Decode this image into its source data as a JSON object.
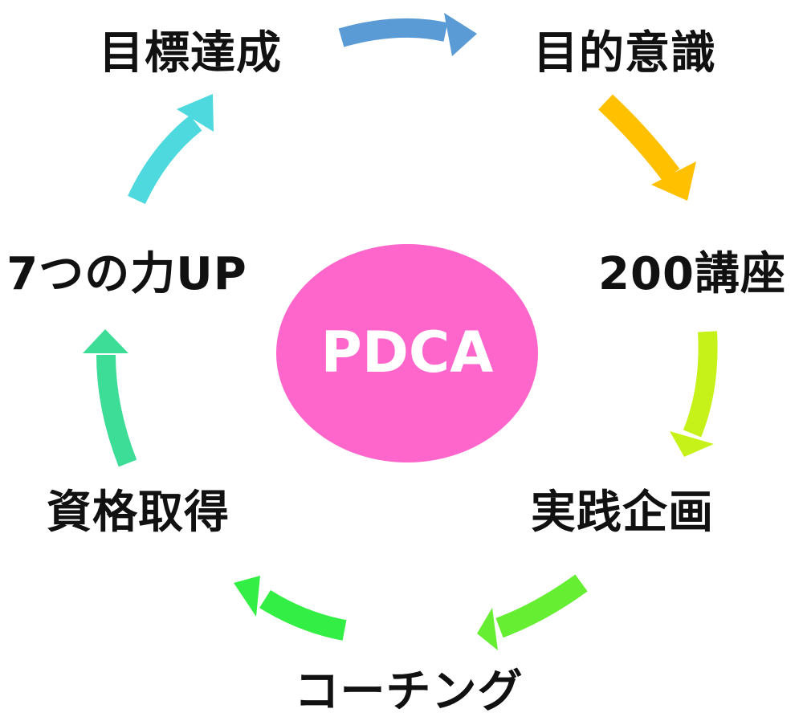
{
  "diagram": {
    "center": {
      "label": "PDCA",
      "fill": "#ff66cc",
      "text_color": "#ffffff"
    },
    "nodes": [
      {
        "label": "目標達成"
      },
      {
        "label": "目的意識"
      },
      {
        "label": "200講座"
      },
      {
        "label": "実践企画"
      },
      {
        "label": "コーチング"
      },
      {
        "label": "資格取得"
      },
      {
        "label": "7つの力UP"
      }
    ],
    "arrow_colors": {
      "goal_to_purpose": "#5b9bd5",
      "purpose_to_courses": "#ffc000",
      "courses_to_practice": "#c6f21a",
      "practice_to_coaching": "#66ee33",
      "coaching_to_certification": "#33ee44",
      "certification_to_seven_powers": "#3ddc97",
      "seven_powers_to_goal": "#4dd9dd"
    }
  }
}
